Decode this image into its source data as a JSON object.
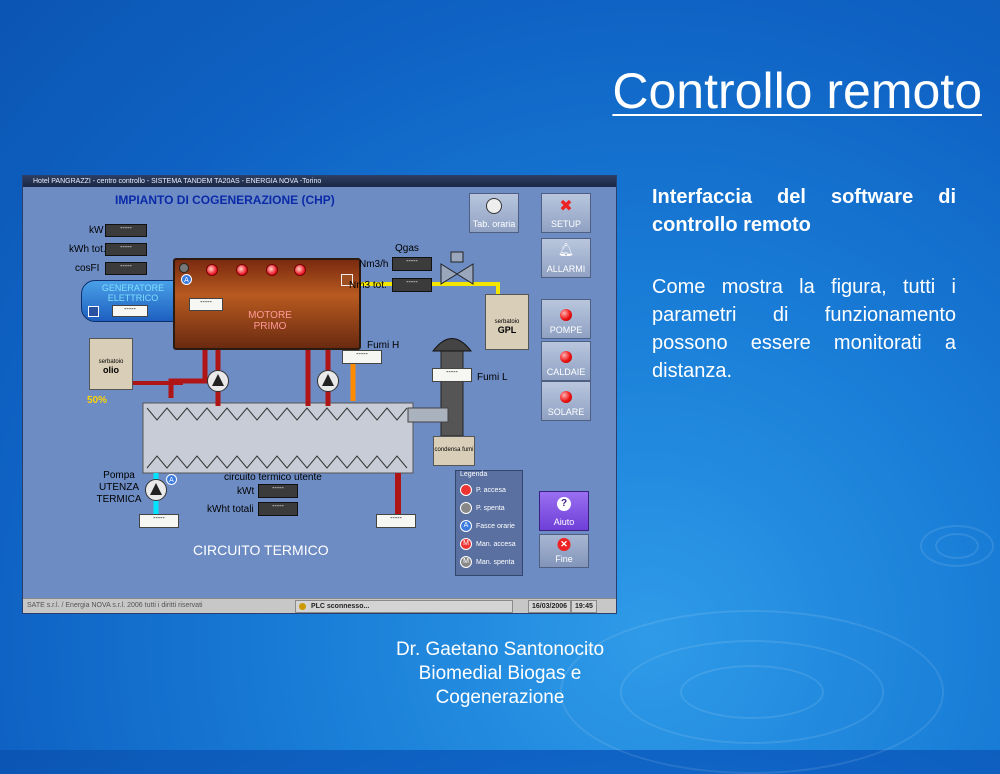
{
  "slide": {
    "title": "Controllo remoto",
    "heading": "Interfaccia del software di controllo remoto",
    "body": "Come mostra la figura, tutti i parametri di funzionamento possono essere monitorati a distanza.",
    "author_lines": [
      "Dr. Gaetano Santonocito",
      "Biomedial Biogas e",
      "Cogenerazione"
    ]
  },
  "app": {
    "window_title": "Hotel PANGRAZZI - centro controllo -     SISTEMA TANDEM TA20AS     - ENERGIA NOVA -Torino",
    "plant_title": "IMPIANTO DI COGENERAZIONE (CHP)",
    "placeholder": "-----",
    "electric": {
      "labels": [
        "kW",
        "kWh tot.",
        "cosFI"
      ],
      "values": [
        "-----",
        "-----",
        "-----"
      ],
      "generator_label": "GENERATORE ELETTRICO",
      "generator_value": "-----"
    },
    "engine": {
      "label": "MOTORE PRIMO",
      "value": "-----"
    },
    "gas": {
      "title": "Qgas",
      "labels": [
        "Nm3/h",
        "Nm3 tot."
      ],
      "values": [
        "-----",
        "-----"
      ]
    },
    "tank_gpl": {
      "small": "serbatoio",
      "name": "GPL"
    },
    "tank_oil": {
      "small": "serbatoio",
      "name": "olio",
      "level": "50%"
    },
    "fumi_h": {
      "label": "Fumi H",
      "value": "-----"
    },
    "fumi_l": {
      "label": "Fumi L",
      "value": "-----"
    },
    "condensa": "condensa fumi",
    "pump_utenza": {
      "label_lines": [
        "Pompa",
        "UTENZA",
        "TERMICA"
      ],
      "value": "-----"
    },
    "user_circuit": {
      "title": "circuito termico utente",
      "labels": [
        "kWt",
        "kWht totali"
      ],
      "values": [
        "-----",
        "-----"
      ]
    },
    "right_value": "-----",
    "circuit_label": "CIRCUITO TERMICO",
    "legend": {
      "title": "Legenda",
      "items": [
        "P. accesa",
        "P. spenta",
        "Fasce orarie",
        "Man. accesa",
        "Man. spenta"
      ]
    },
    "buttons": {
      "tab_oraria": "Tab. oraria",
      "setup": "SETUP",
      "allarmi": "ALLARMI",
      "pompe": "POMPE",
      "caldaie": "CALDAIE",
      "solare": "SOLARE",
      "aiuto": "Aiuto",
      "fine": "Fine"
    },
    "status": {
      "copyright": "SATE s.r.l. / Energia NOVA s.r.l.  2006 tutti i diritti riservati",
      "plc": "PLC sconnesso...",
      "date": "16/03/2006",
      "time": "19:45"
    }
  },
  "colors": {
    "slide_bg": "#1a7fd8",
    "panel_bg": "#6d8cc4",
    "hot_pipe": "#b01515",
    "warm_pipe": "#ff8c00",
    "gas_pipe": "#f2e600",
    "cold_pipe": "#00e5ff",
    "title_blue": "#0a2aa8"
  }
}
